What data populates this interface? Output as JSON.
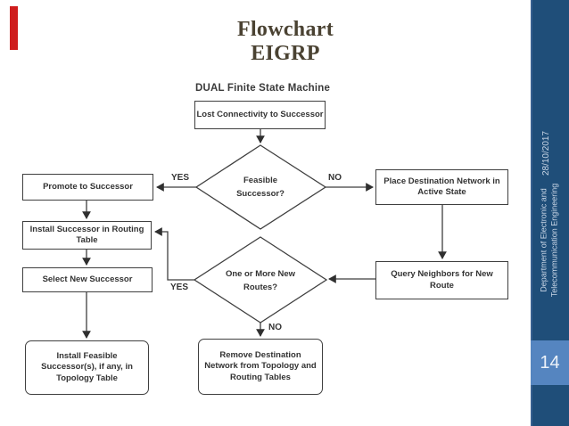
{
  "slide": {
    "title_line1": "Flowchart",
    "title_line2": "EIGRP",
    "date": "28/10/2017",
    "department": [
      "Department of Electronic and",
      "Telecommunication Engineering"
    ],
    "page_number": "14"
  },
  "flowchart": {
    "heading": "DUAL Finite State Machine",
    "nodes": {
      "lost": [
        "Lost Connectivity to Successor"
      ],
      "feasible": [
        "Feasible",
        "Successor?"
      ],
      "promote": [
        "Promote to Successor"
      ],
      "install": [
        "Install Successor in Routing",
        "Table"
      ],
      "select": [
        "Select New Successor"
      ],
      "install_feasible": [
        "Install Feasible",
        "Successor(s), if any, in",
        "Topology Table"
      ],
      "place": [
        "Place Destination Network in",
        "Active State"
      ],
      "query": [
        "Query Neighbors for New",
        "Route"
      ],
      "routes": [
        "One or More New",
        "Routes?"
      ],
      "remove": [
        "Remove Destination",
        "Network from Topology and",
        "Routing Tables"
      ]
    },
    "labels": {
      "yes1": "YES",
      "no1": "NO",
      "yes2": "YES",
      "no2": "NO"
    }
  },
  "colors": {
    "sidebar_bg": "#1f4e79",
    "page_box_bg": "#5585c0",
    "accent_red": "#cf1d1d",
    "title_color": "#4a4232"
  }
}
